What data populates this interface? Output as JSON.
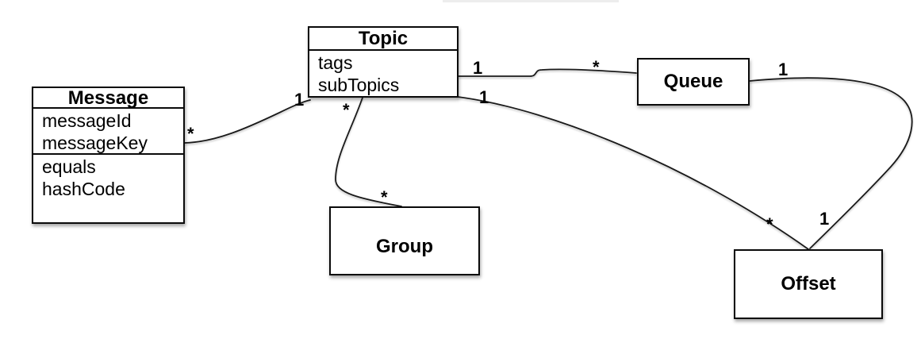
{
  "diagram": {
    "type": "uml-class-diagram",
    "classes": {
      "topic": {
        "title": "Topic",
        "attributes": [
          "tags",
          "subTopics"
        ]
      },
      "message": {
        "title": "Message",
        "attributes": [
          "messageId",
          "messageKey"
        ],
        "operations": [
          "equals",
          "hashCode"
        ]
      },
      "queue": {
        "title": "Queue"
      },
      "group": {
        "title": "Group"
      },
      "offset": {
        "title": "Offset"
      }
    },
    "connections": [
      {
        "from": "Message",
        "to": "Topic",
        "from_multiplicity": "*",
        "to_multiplicity": "1"
      },
      {
        "from": "Topic",
        "to": "Queue",
        "from_multiplicity": "1",
        "to_multiplicity": "*"
      },
      {
        "from": "Topic",
        "to": "Group",
        "from_multiplicity": "*",
        "to_multiplicity": "*"
      },
      {
        "from": "Topic",
        "to": "Offset",
        "from_multiplicity": "1",
        "to_multiplicity": "*"
      },
      {
        "from": "Queue",
        "to": "Offset",
        "from_multiplicity": "1",
        "to_multiplicity": "1"
      }
    ],
    "colors": {
      "background": "#ffffff",
      "box_fill": "#ffffff",
      "box_border": "#0a0a0a",
      "line": "#1a1a1a",
      "text": "#000000",
      "artifact_line": "#ededed"
    }
  }
}
